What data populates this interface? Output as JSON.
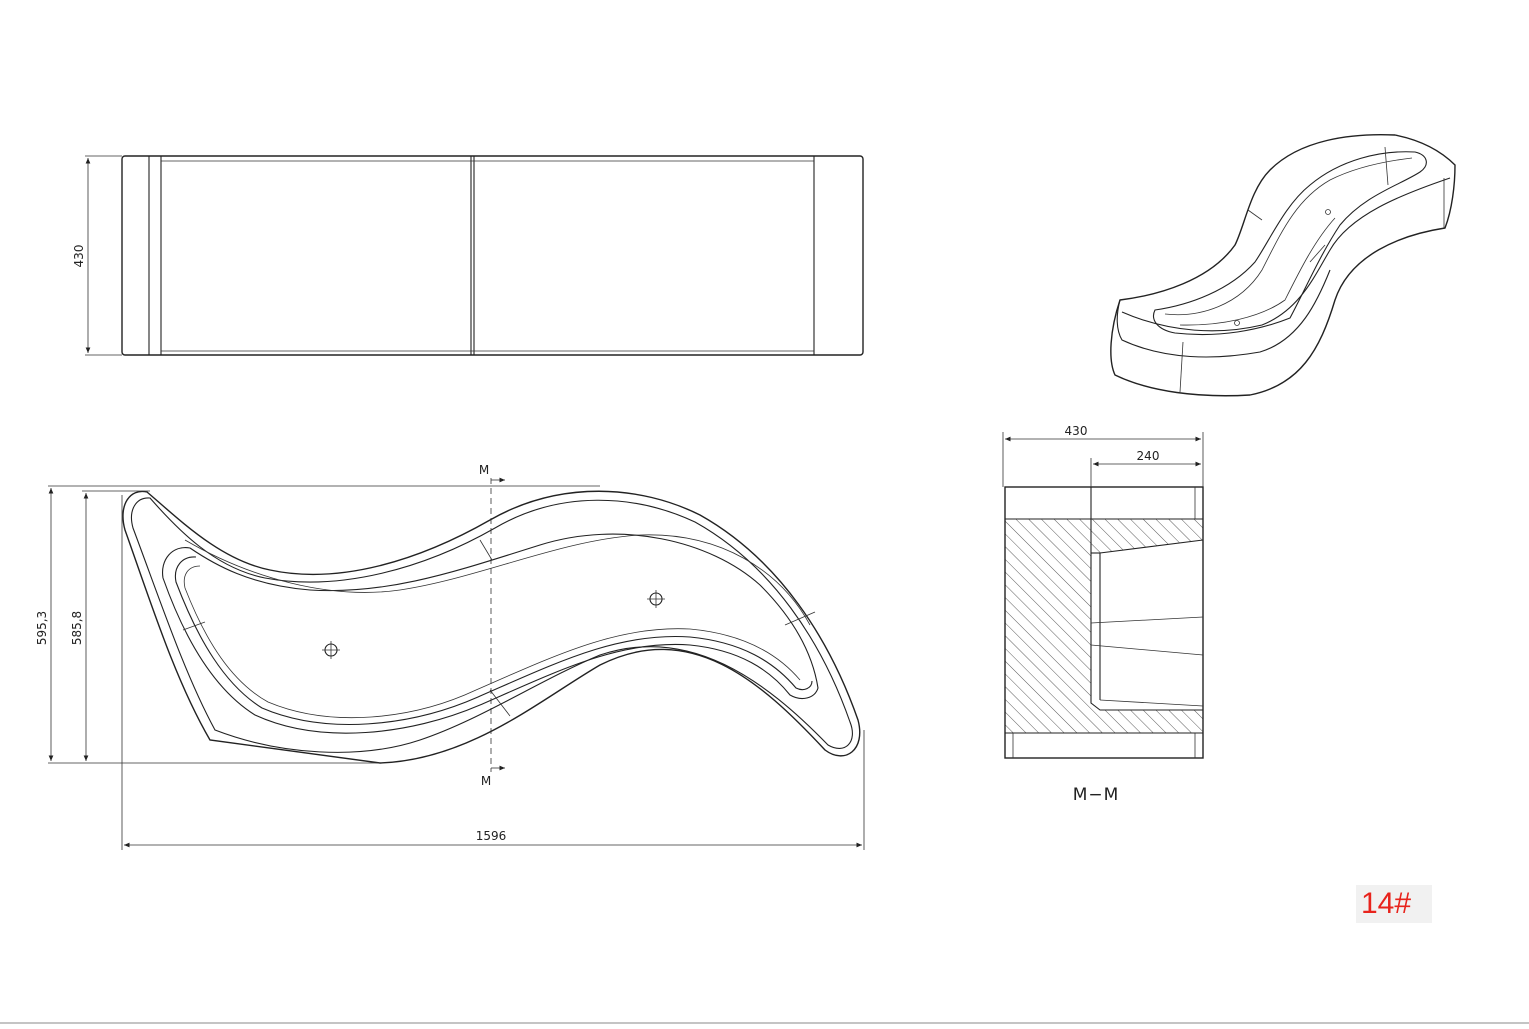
{
  "drawing": {
    "top_view": {
      "height_dim": "430"
    },
    "plan_view": {
      "dim_outer": "595,3",
      "dim_inner": "585,8",
      "dim_length": "1596",
      "section_mark_top": "M",
      "section_mark_bottom": "M"
    },
    "section_view": {
      "dim_total": "430",
      "dim_inner": "240",
      "caption": "M−M"
    },
    "sheet_label": "14#"
  }
}
